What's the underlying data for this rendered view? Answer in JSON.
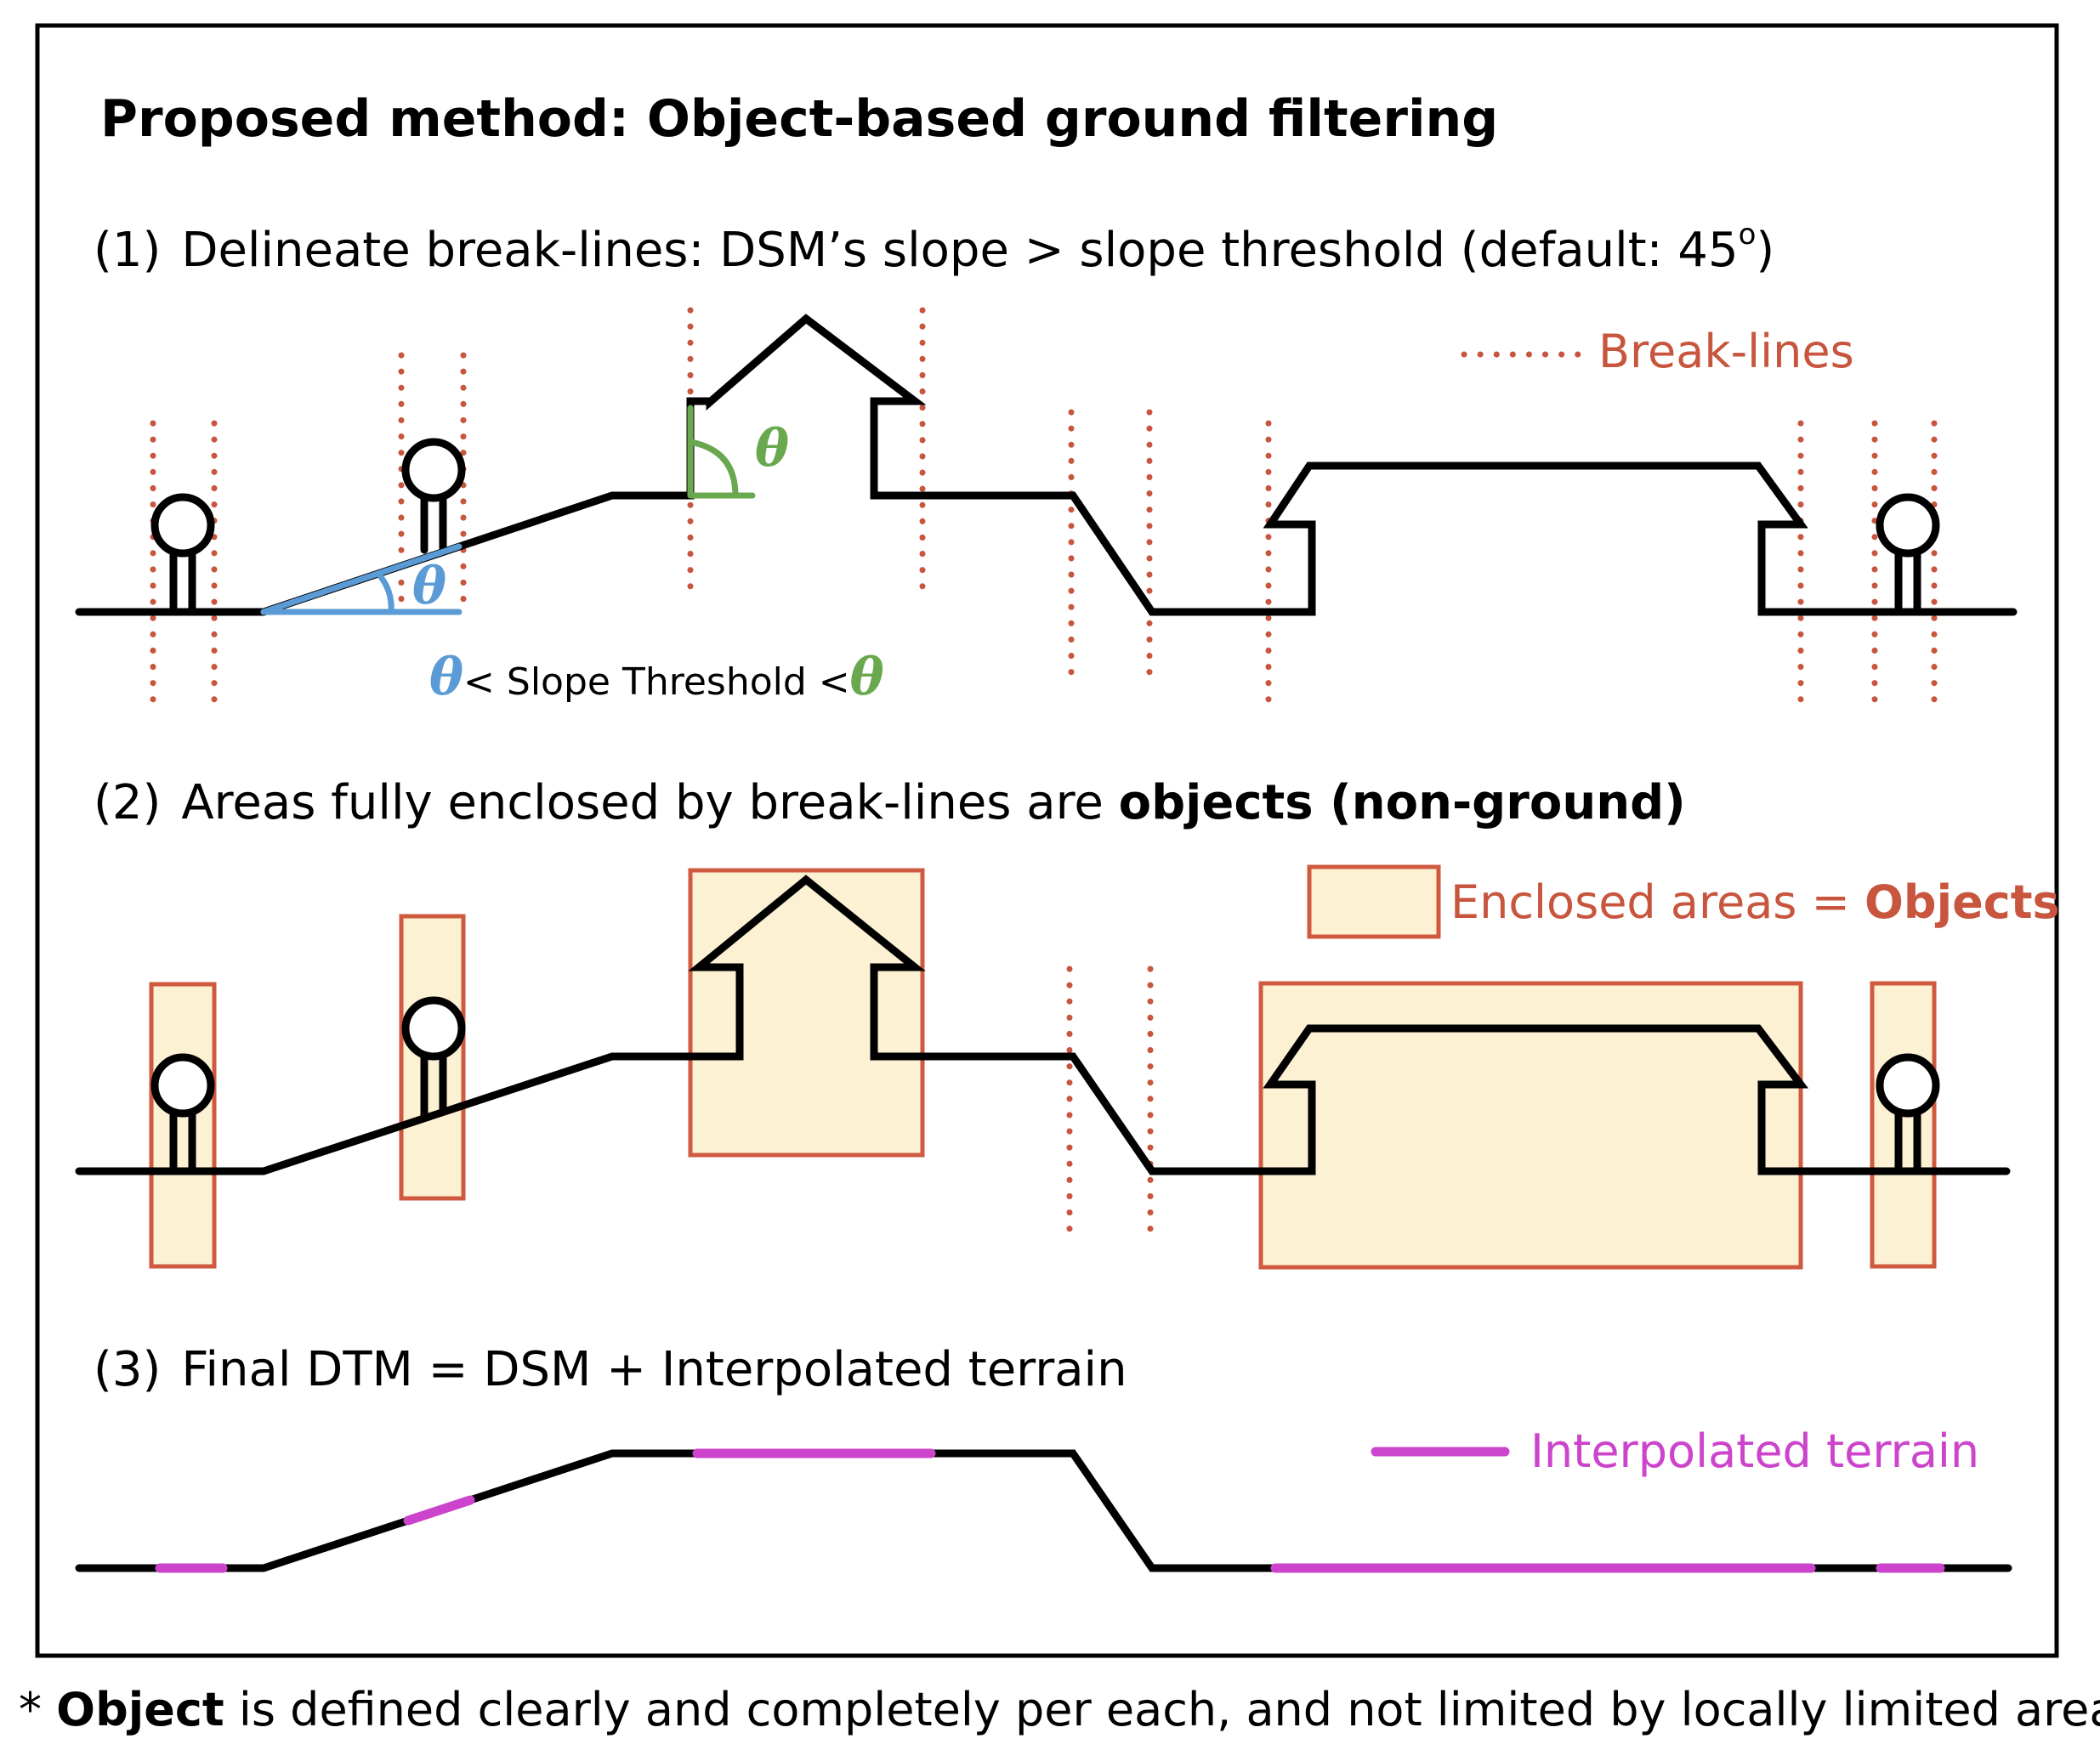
{
  "title": "Proposed method: Object-based ground filtering",
  "step1": {
    "number": "(1)",
    "text": "Delineate break-lines: DSM’s slope > slope threshold (default: 45",
    "degree": "o",
    "close": ")"
  },
  "step2": {
    "number": "(2)",
    "text_plain": "Areas fully enclosed by break-lines are ",
    "text_bold": "objects (non-ground)"
  },
  "step3": {
    "number": "(3)",
    "text": "Final DTM = DSM + Interpolated terrain"
  },
  "legend": {
    "breaklines": "Break-lines",
    "enclosed_plain": "Enclosed areas = ",
    "enclosed_bold": "Objects",
    "interpolated": "Interpolated terrain"
  },
  "slope_annotation": {
    "theta": "θ",
    "text": "< Slope Threshold <"
  },
  "footnote": {
    "star": "* ",
    "bold": "Object",
    "rest": " is defined clearly and completely per each, and not limited by locally limited area"
  },
  "colors": {
    "breakline": "#c8553d",
    "enclosed_fill": "#fdf1d4",
    "enclosed_stroke": "#cf5a40",
    "interpolated": "#cc44cc",
    "theta_blue": "#5b9bd5",
    "theta_green": "#6aa84f"
  }
}
